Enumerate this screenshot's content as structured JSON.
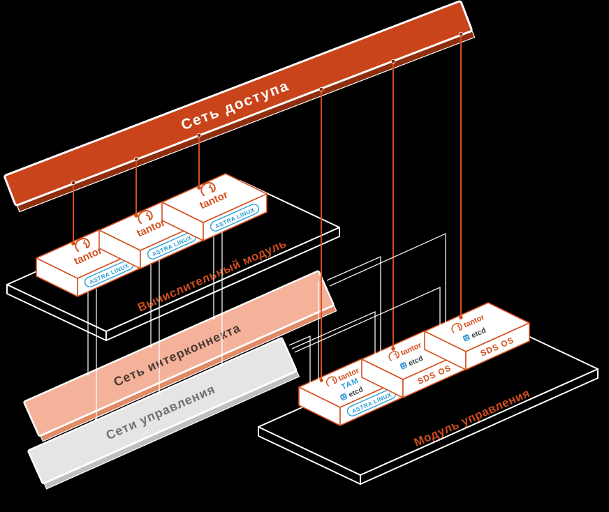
{
  "diagram": {
    "access_network": {
      "label": "Сеть доступа",
      "color": "#c9441a"
    },
    "compute_module": {
      "label": "Вычислительный модуль",
      "nodes": [
        {
          "logo": "tantor",
          "os_badge": "ASTRA LINUX"
        },
        {
          "logo": "tantor",
          "os_badge": "ASTRA LINUX"
        },
        {
          "logo": "tantor",
          "os_badge": "ASTRA LINUX"
        }
      ]
    },
    "interconnect_network": {
      "label": "Сеть интерконнекта",
      "color": "#f4b29a"
    },
    "management_networks": {
      "label": "Сети управления",
      "color": "#e5e5e5"
    },
    "management_module": {
      "label": "Модуль управления",
      "nodes": [
        {
          "logo": "tantor",
          "app": "TAM",
          "store": "etcd",
          "os_badge": "ASTRA LINUX"
        },
        {
          "logo": "tantor",
          "store": "etcd",
          "os_badge": "SDS OS"
        },
        {
          "logo": "tantor",
          "store": "etcd",
          "os_badge": "SDS OS"
        }
      ]
    },
    "colors": {
      "accent_orange": "#c9441a",
      "node_border": "#d4501e",
      "badge_blue": "#2b9fd8",
      "line_white": "#ffffff"
    }
  }
}
